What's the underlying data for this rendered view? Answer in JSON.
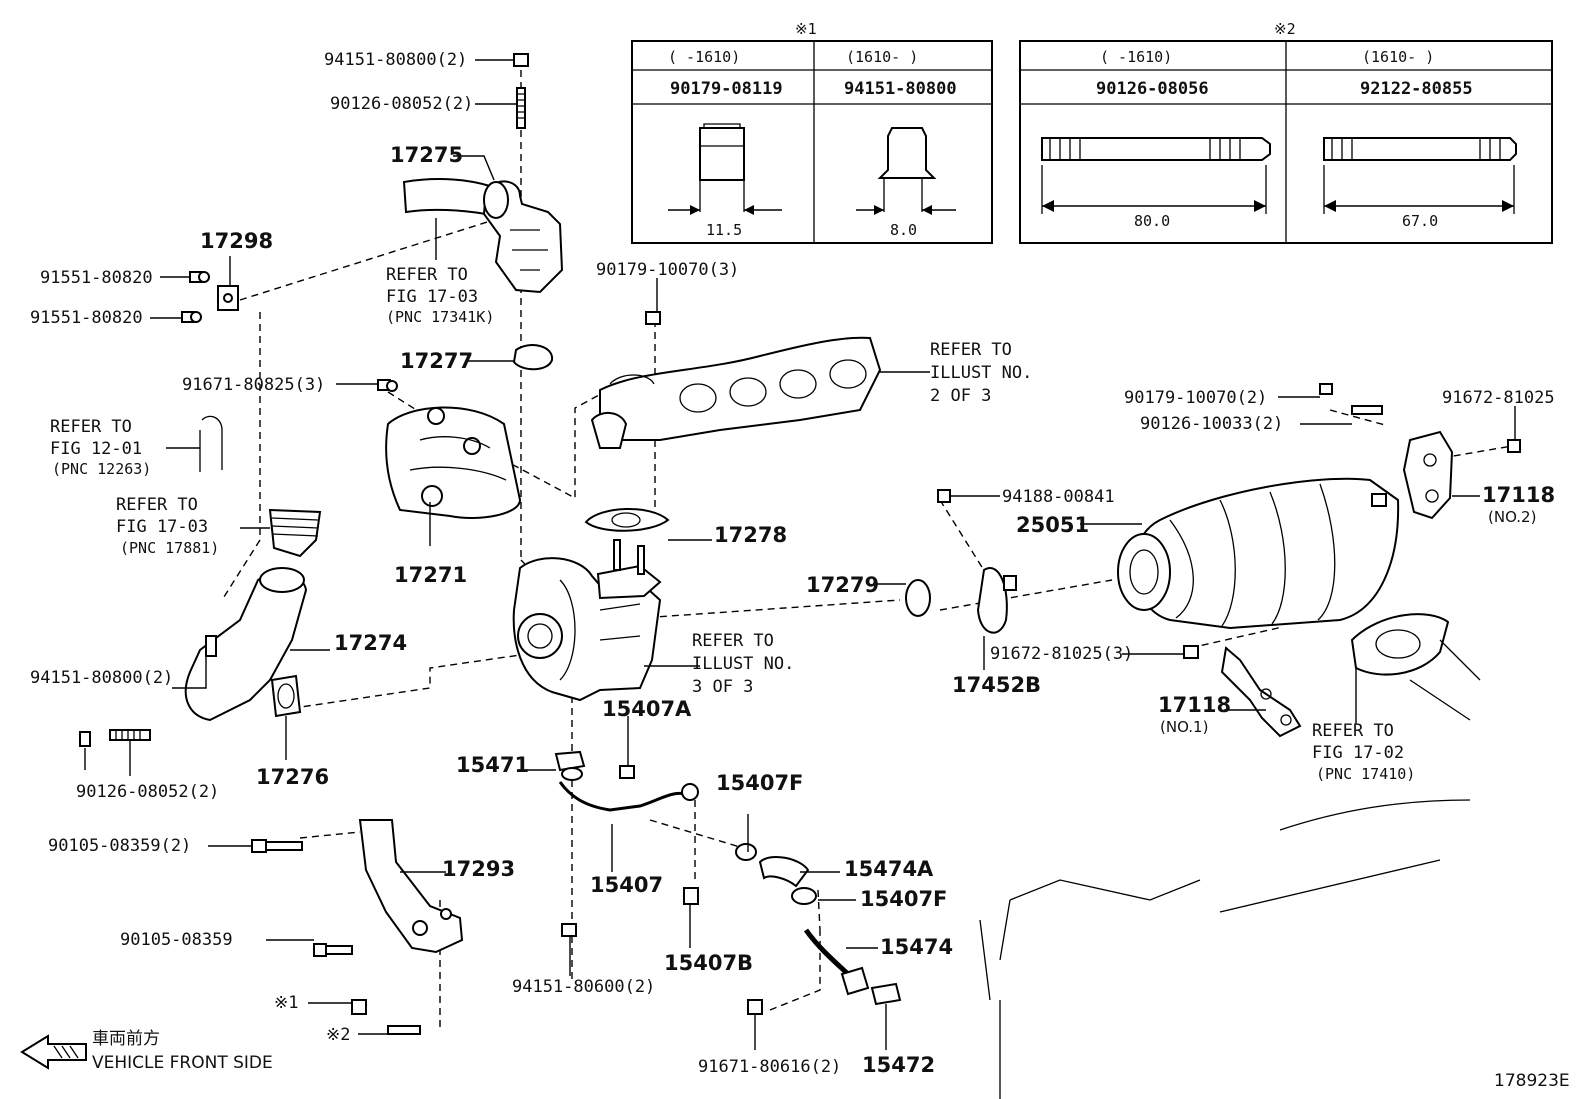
{
  "labels": {
    "p94151_80800_top": "94151-80800(2)",
    "p90126_08052_top": "90126-08052(2)",
    "p17275": "17275",
    "p17298": "17298",
    "p91551_a": "91551-80820",
    "p91551_b": "91551-80820",
    "refer_1703_a": "REFER TO",
    "refer_1703_b": "FIG 17-03",
    "refer_1703_c": "(PNC 17341K)",
    "p90179_10070_3": "90179-10070(3)",
    "p17277": "17277",
    "p91671_80825": "91671-80825(3)",
    "refer_illust2_a": "REFER TO",
    "refer_illust2_b": "ILLUST NO.",
    "refer_illust2_c": "2 OF 3",
    "refer_1201_a": "REFER TO",
    "refer_1201_b": "FIG 12-01",
    "refer_1201_c": "(PNC 12263)",
    "refer_17881_a": "REFER TO",
    "refer_17881_b": "FIG 17-03",
    "refer_17881_c": "(PNC 17881)",
    "p17271": "17271",
    "p17278": "17278",
    "p17274": "17274",
    "p94151_80800_l": "94151-80800(2)",
    "refer_illust3_a": "REFER TO",
    "refer_illust3_b": "ILLUST NO.",
    "refer_illust3_c": "3 OF 3",
    "p90126_08052_l": "90126-08052(2)",
    "p17276": "17276",
    "p15407A": "15407A",
    "p15471": "15471",
    "p15407F_a": "15407F",
    "p90105_08359_2": "90105-08359(2)",
    "p17293": "17293",
    "p15407": "15407",
    "p15474A": "15474A",
    "p15407F_b": "15407F",
    "p90105_08359": "90105-08359",
    "p15474": "15474",
    "p15407B": "15407B",
    "p94151_80600": "94151-80600(2)",
    "note1": "※1",
    "note2": "※2",
    "p91671_80616": "91671-80616(2)",
    "p15472": "15472",
    "front_jp": "車両前方",
    "front_en": "VEHICLE FRONT SIDE",
    "p90179_10070_2": "90179-10070(2)",
    "p90126_10033": "90126-10033(2)",
    "p91672_81025": "91672-81025",
    "p94188_00841": "94188-00841",
    "p17118_no2": "17118",
    "p17118_no2_sub": "(NO.2)",
    "p25051": "25051",
    "p17279": "17279",
    "p91672_81025_3": "91672-81025(3)",
    "p17452B": "17452B",
    "p17118_no1": "17118",
    "p17118_no1_sub": "(NO.1)",
    "refer_1702_a": "REFER TO",
    "refer_1702_b": "FIG 17-02",
    "refer_1702_c": "(PNC 17410)",
    "figure_id": "178923E"
  },
  "table1": {
    "mark": "※1",
    "col1_range": "(      -1610)",
    "col2_range": "(1610-      )",
    "col1_part": "90179-08119",
    "col2_part": "94151-80800",
    "col1_dim": "11.5",
    "col2_dim": "8.0"
  },
  "table2": {
    "mark": "※2",
    "col1_range": "(      -1610)",
    "col2_range": "(1610-      )",
    "col1_part": "90126-08056",
    "col2_part": "92122-80855",
    "col1_dim": "80.0",
    "col2_dim": "67.0"
  }
}
